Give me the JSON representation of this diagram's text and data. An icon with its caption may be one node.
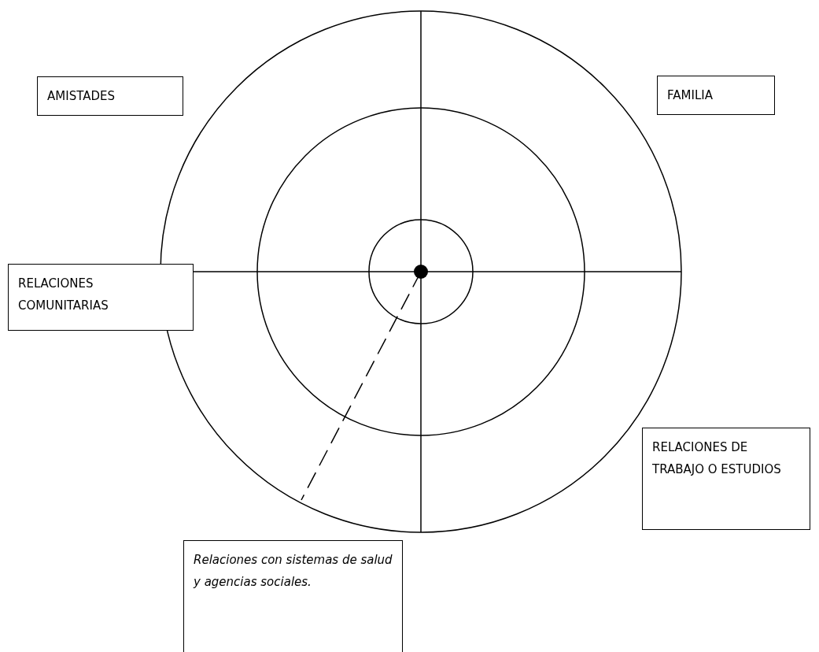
{
  "diagram": {
    "nodes": [
      {
        "text": [
          "AMISTADES"
        ]
      },
      {
        "text": [
          "FAMILIA"
        ]
      },
      {
        "text": [
          "RELACIONES COMUNITARIAS"
        ]
      },
      {
        "text": [
          "RELACIONES DE TRABAJO O ESTUDIOS"
        ]
      },
      {
        "text": [
          "Relaciones con sistemas de salud y agencias sociales."
        ]
      }
    ]
  }
}
